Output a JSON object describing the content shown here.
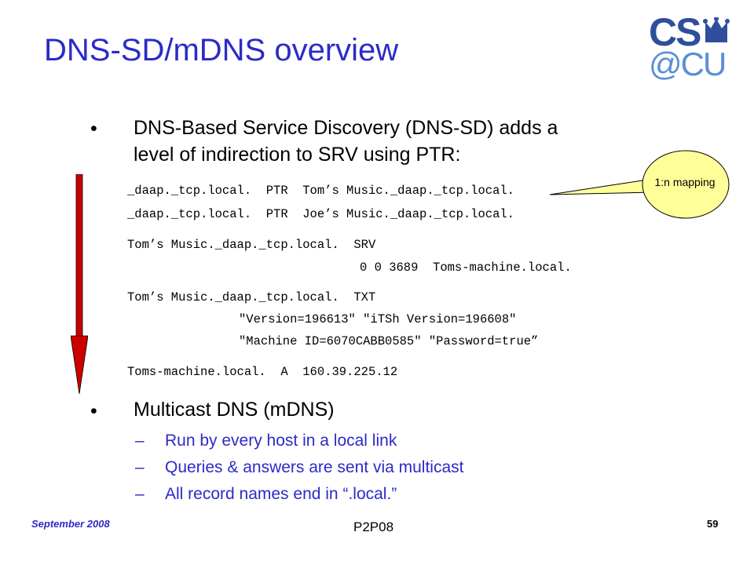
{
  "slide": {
    "title": "DNS-SD/mDNS overview",
    "logo": {
      "line1": "CS",
      "line2": "@CU"
    },
    "bullet_char": "•",
    "bullet1": {
      "line1": "DNS-Based Service Discovery (DNS-SD) adds a",
      "line2": "level of indirection to SRV using PTR:"
    },
    "code": [
      "_daap._tcp.local.  PTR  Tom’s Music._daap._tcp.local.",
      "_daap._tcp.local.  PTR  Joe’s Music._daap._tcp.local.",
      "Tom’s Music._daap._tcp.local.  SRV",
      "0 0 3689  Toms-machine.local.",
      "Tom’s Music._daap._tcp.local.  TXT",
      "\"Version=196613\" \"iTSh Version=196608\"",
      "\"Machine ID=6070CABB0585\" \"Password=true”",
      "Toms-machine.local.  A  160.39.225.12"
    ],
    "callout": "1:n mapping",
    "bullet2": "Multicast DNS (mDNS)",
    "dash_char": "–",
    "sub_bullets": [
      "Run by every host in a local link",
      "Queries & answers are sent via multicast",
      "All record names end in “.local.”"
    ]
  },
  "footer": {
    "date": "September 2008",
    "center": "P2P08",
    "page": "59"
  },
  "colors": {
    "title": "#2b2bc8",
    "subtext": "#2b2bc8",
    "arrow": "#cc0000",
    "callout_fill": "#ffff99"
  }
}
